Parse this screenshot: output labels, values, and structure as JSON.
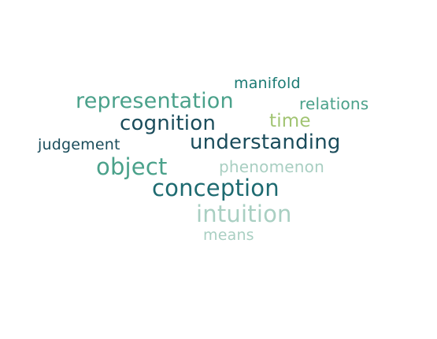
{
  "words": [
    {
      "text": "manifold",
      "color": "#1a7a73"
    },
    {
      "text": "representation",
      "color": "#4aa18a"
    },
    {
      "text": "relations",
      "color": "#4aa18a"
    },
    {
      "text": "cognition",
      "color": "#1a4c5b"
    },
    {
      "text": "time",
      "color": "#a1c472"
    },
    {
      "text": "judgement",
      "color": "#1a4c5b"
    },
    {
      "text": "understanding",
      "color": "#1a4c5b"
    },
    {
      "text": "object",
      "color": "#4aa18a"
    },
    {
      "text": "phenomenon",
      "color": "#a9cfc2"
    },
    {
      "text": "conception",
      "color": "#1d6a70"
    },
    {
      "text": "intuition",
      "color": "#a9cfc2"
    },
    {
      "text": "means",
      "color": "#a9cfc2"
    }
  ]
}
